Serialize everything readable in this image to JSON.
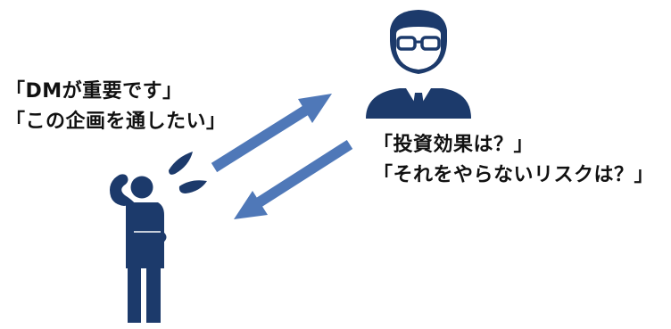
{
  "colors": {
    "figure": "#1c3a6b",
    "arrow": "#4f78b8",
    "text": "#111111"
  },
  "icons": {
    "manager": "businessman-with-glasses-icon",
    "person": "speaking-person-icon",
    "speech_drops": "speech-drops-icon"
  },
  "person": {
    "lines": [
      "「DMが重要です」",
      "「この企画を通したい」"
    ]
  },
  "manager": {
    "lines": [
      "「投資効果は？」",
      "「それをやらないリスクは？」"
    ]
  },
  "arrows": [
    {
      "from": "person",
      "to": "manager"
    },
    {
      "from": "manager",
      "to": "person"
    }
  ]
}
